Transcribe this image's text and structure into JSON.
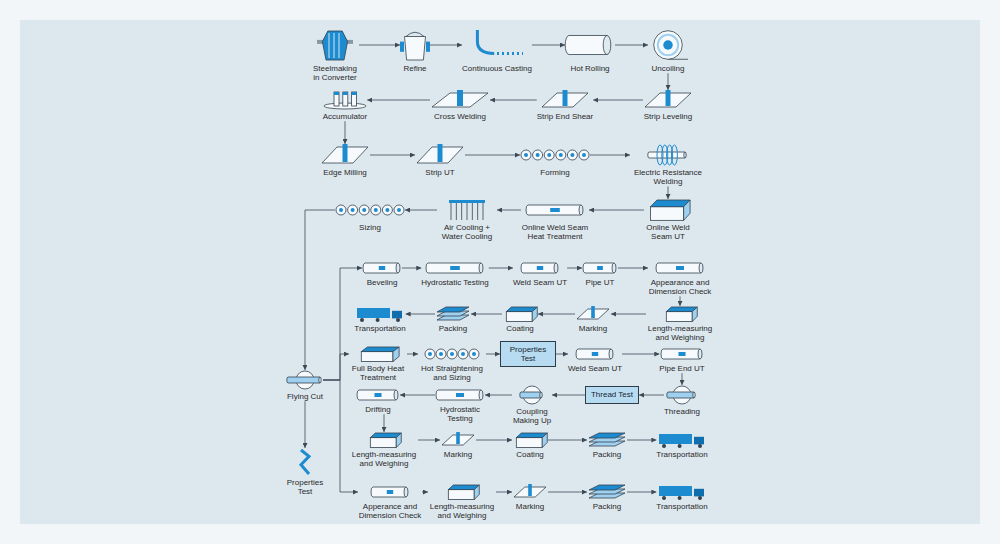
{
  "diagram": {
    "nodes": [
      {
        "text": [
          "Steelmaking in Converter"
        ]
      },
      {
        "text": [
          "Refine"
        ]
      },
      {
        "text": [
          "Continuous Casting"
        ]
      },
      {
        "text": [
          "Hot Rolling"
        ]
      },
      {
        "text": [
          "Uncoiling"
        ]
      },
      {
        "text": [
          "Strip Leveling"
        ]
      },
      {
        "text": [
          "Strip End Shear"
        ]
      },
      {
        "text": [
          "Cross Welding"
        ]
      },
      {
        "text": [
          "Accumulator"
        ]
      },
      {
        "text": [
          "Edge Milling"
        ]
      },
      {
        "text": [
          "Strip UT"
        ]
      },
      {
        "text": [
          "Forming"
        ]
      },
      {
        "text": [
          "Electric Resistance Welding"
        ]
      },
      {
        "text": [
          "Online Weld Seam UT"
        ]
      },
      {
        "text": [
          "Online Weld Seam Heat Treatment"
        ]
      },
      {
        "text": [
          "Air Cooling + Water Cooling"
        ]
      },
      {
        "text": [
          "Sizing"
        ]
      },
      {
        "text": [
          "Flying Cut"
        ]
      },
      {
        "text": [
          "Properties Test"
        ]
      },
      {
        "text": [
          "Beveling"
        ]
      },
      {
        "text": [
          "Hydrostatic Testing"
        ]
      },
      {
        "text": [
          "Weld Seam UT"
        ]
      },
      {
        "text": [
          "Pipe UT"
        ]
      },
      {
        "text": [
          "Appearance and Dimension Check"
        ]
      },
      {
        "text": [
          "Length-measuring and Weighing"
        ]
      },
      {
        "text": [
          "Marking"
        ]
      },
      {
        "text": [
          "Coating"
        ]
      },
      {
        "text": [
          "Packing"
        ]
      },
      {
        "text": [
          "Transportation"
        ]
      },
      {
        "text": [
          "Full Body Heat Treatment"
        ]
      },
      {
        "text": [
          "Hot Straightening and Sizing"
        ]
      },
      {
        "text": [
          "Properties Test"
        ]
      },
      {
        "text": [
          "Weld Seam UT"
        ]
      },
      {
        "text": [
          "Pipe End UT"
        ]
      },
      {
        "text": [
          "Threading"
        ]
      },
      {
        "text": [
          "Thread Test"
        ]
      },
      {
        "text": [
          "Coupling Making Up"
        ]
      },
      {
        "text": [
          "Hydrostatic Testing"
        ]
      },
      {
        "text": [
          "Drifting"
        ]
      },
      {
        "text": [
          "Length-measuring and Weighing"
        ]
      },
      {
        "text": [
          "Marking"
        ]
      },
      {
        "text": [
          "Coating"
        ]
      },
      {
        "text": [
          "Packing"
        ]
      },
      {
        "text": [
          "Transportation"
        ]
      },
      {
        "text": [
          "Apperance and Dimension Check"
        ]
      },
      {
        "text": [
          "Length-measuring and Weighing"
        ]
      },
      {
        "text": [
          "Marking"
        ]
      },
      {
        "text": [
          "Packing"
        ]
      },
      {
        "text": [
          "Transportation"
        ]
      }
    ],
    "edges": [
      {
        "from": 0,
        "to": 1,
        "arrow": "to"
      },
      {
        "from": 1,
        "to": 2,
        "arrow": "to"
      },
      {
        "from": 2,
        "to": 3,
        "arrow": "to"
      },
      {
        "from": 3,
        "to": 4,
        "arrow": "to"
      },
      {
        "from": 4,
        "to": 5,
        "arrow": "to"
      },
      {
        "from": 5,
        "to": 6,
        "arrow": "to"
      },
      {
        "from": 6,
        "to": 7,
        "arrow": "to"
      },
      {
        "from": 7,
        "to": 8,
        "arrow": "to"
      },
      {
        "from": 8,
        "to": 9,
        "arrow": "to"
      },
      {
        "from": 9,
        "to": 10,
        "arrow": "to"
      },
      {
        "from": 10,
        "to": 11,
        "arrow": "to"
      },
      {
        "from": 11,
        "to": 12,
        "arrow": "to"
      },
      {
        "from": 12,
        "to": 13,
        "arrow": "to"
      },
      {
        "from": 13,
        "to": 14,
        "arrow": "to"
      },
      {
        "from": 14,
        "to": 15,
        "arrow": "to"
      },
      {
        "from": 15,
        "to": 16,
        "arrow": "to"
      },
      {
        "from": 16,
        "to": 17,
        "arrow": "to"
      },
      {
        "from": 17,
        "to": 18,
        "arrow": "to"
      },
      {
        "from": 17,
        "to": 19,
        "arrow": "to"
      },
      {
        "from": 17,
        "to": 29,
        "arrow": "to"
      },
      {
        "from": 17,
        "to": 44,
        "arrow": "to"
      },
      {
        "from": 19,
        "to": 20,
        "arrow": "to"
      },
      {
        "from": 20,
        "to": 21,
        "arrow": "to"
      },
      {
        "from": 21,
        "to": 22,
        "arrow": "to"
      },
      {
        "from": 22,
        "to": 23,
        "arrow": "to"
      },
      {
        "from": 23,
        "to": 24,
        "arrow": "to"
      },
      {
        "from": 24,
        "to": 25,
        "arrow": "to"
      },
      {
        "from": 25,
        "to": 26,
        "arrow": "to"
      },
      {
        "from": 26,
        "to": 27,
        "arrow": "to"
      },
      {
        "from": 27,
        "to": 28,
        "arrow": "to"
      },
      {
        "from": 29,
        "to": 30,
        "arrow": "to"
      },
      {
        "from": 30,
        "to": 31,
        "arrow": "to"
      },
      {
        "from": 31,
        "to": 32,
        "arrow": "to"
      },
      {
        "from": 32,
        "to": 33,
        "arrow": "to"
      },
      {
        "from": 33,
        "to": 34,
        "arrow": "to"
      },
      {
        "from": 34,
        "to": 35,
        "arrow": "to"
      },
      {
        "from": 35,
        "to": 36,
        "arrow": "to"
      },
      {
        "from": 36,
        "to": 37,
        "arrow": "to"
      },
      {
        "from": 37,
        "to": 38,
        "arrow": "to"
      },
      {
        "from": 38,
        "to": 39,
        "arrow": "to"
      },
      {
        "from": 39,
        "to": 40,
        "arrow": "to"
      },
      {
        "from": 40,
        "to": 41,
        "arrow": "to"
      },
      {
        "from": 41,
        "to": 42,
        "arrow": "to"
      },
      {
        "from": 42,
        "to": 43,
        "arrow": "to"
      },
      {
        "from": 44,
        "to": 45,
        "arrow": "to"
      },
      {
        "from": 45,
        "to": 46,
        "arrow": "to"
      },
      {
        "from": 46,
        "to": 47,
        "arrow": "to"
      },
      {
        "from": 47,
        "to": 48,
        "arrow": "to"
      }
    ]
  }
}
